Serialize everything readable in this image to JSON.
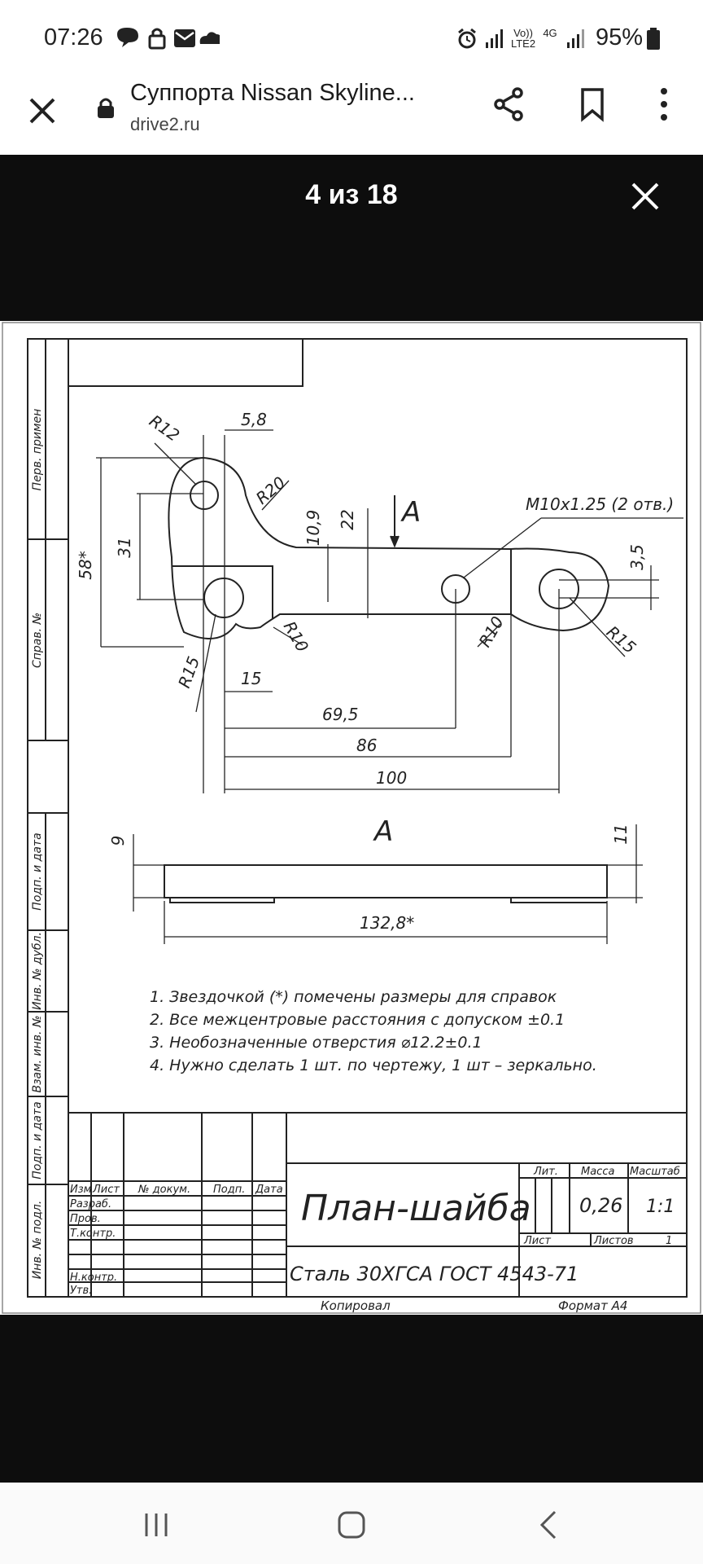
{
  "status_bar": {
    "time": "07:26",
    "left_icons": [
      "chat-icon",
      "lock-icon",
      "mail-icon",
      "cloud-icon"
    ],
    "signal_label_1": "Vo)) LTE2",
    "signal_label_2": "4G",
    "battery": "95%"
  },
  "browser": {
    "title": "Суппорта Nissan Skyline...",
    "domain": "drive2.ru"
  },
  "viewer": {
    "counter": "4 из 18"
  },
  "drawing": {
    "side_labels": [
      "Перв. примен",
      "Справ. №",
      "Подп. и дата",
      "Инв. № дубл.",
      "Взам. инв. №",
      "Подп. и дата",
      "Инв. № подл."
    ],
    "dimensions": {
      "d_5_8": "5,8",
      "r12": "R12",
      "r20": "R20",
      "d_58": "58*",
      "d_31": "31",
      "d_10_9": "10,9",
      "d_22": "22",
      "section": "A",
      "thread": "M10x1.25 (2 отв.)",
      "d_3_5": "3,5",
      "r10_left": "R10",
      "r10_right": "R10",
      "r15_left": "R15",
      "r15_right": "R15",
      "d_15": "15",
      "d_69_5": "69,5",
      "d_86": "86",
      "d_100": "100",
      "section_view": "A",
      "d_9": "9",
      "d_11": "11",
      "d_132_8": "132,8*"
    },
    "notes": [
      "1. Звездочкой (*) помечены размеры для справок",
      "2. Все межцентровые расстояния с допуском ±0.1",
      "3. Необозначенные отверстия ⌀12.2±0.1",
      "4. Нужно сделать 1 шт. по чертежу, 1 шт – зеркально."
    ],
    "title_block": {
      "col_izm": "Изм",
      "col_list": "Лист",
      "col_doc": "№ докум.",
      "col_podp": "Подп.",
      "col_data": "Дата",
      "razrab": "Разраб.",
      "prov": "Пров.",
      "tkontr": "Т.контр.",
      "nkontr": "Н.контр.",
      "utv": "Утв.",
      "name": "План-шайба",
      "material": "Сталь 30ХГСА  ГОСТ 4543-71",
      "lit": "Лит.",
      "massa": "Масса",
      "mashtab": "Масштаб",
      "mass_value": "0,26",
      "scale_value": "1:1",
      "list": "Лист",
      "listov": "Листов",
      "listov_value": "1",
      "kopiroval": "Копировал",
      "format": "Формат   А4"
    }
  }
}
